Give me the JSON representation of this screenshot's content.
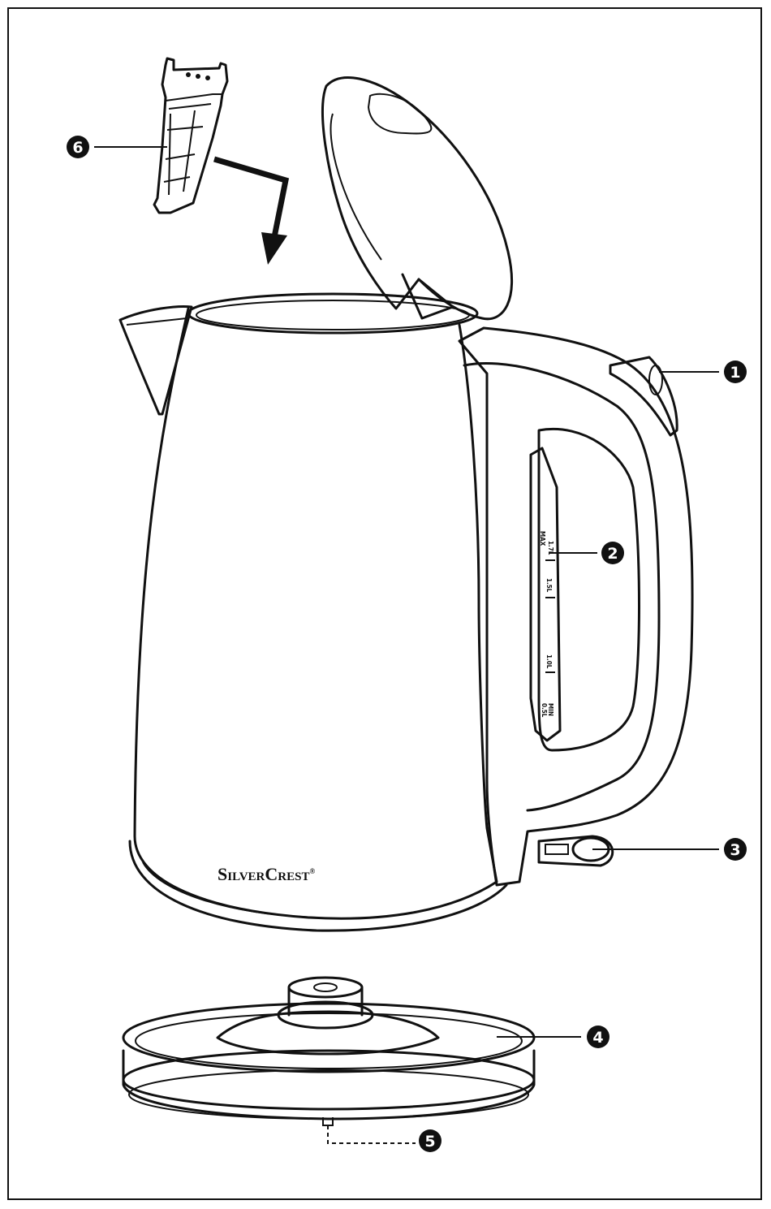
{
  "brand": {
    "s": "S",
    "ilver": "ILVER",
    "c": "C",
    "rest": "REST",
    "reg": "®"
  },
  "scale_marks": [
    "MAX",
    "1.7L",
    "1.5L",
    "1.0L",
    "0.5L",
    "MIN"
  ],
  "callouts": {
    "c1": "1",
    "c2": "2",
    "c3": "3",
    "c4": "4",
    "c5": "5",
    "c6": "6"
  }
}
